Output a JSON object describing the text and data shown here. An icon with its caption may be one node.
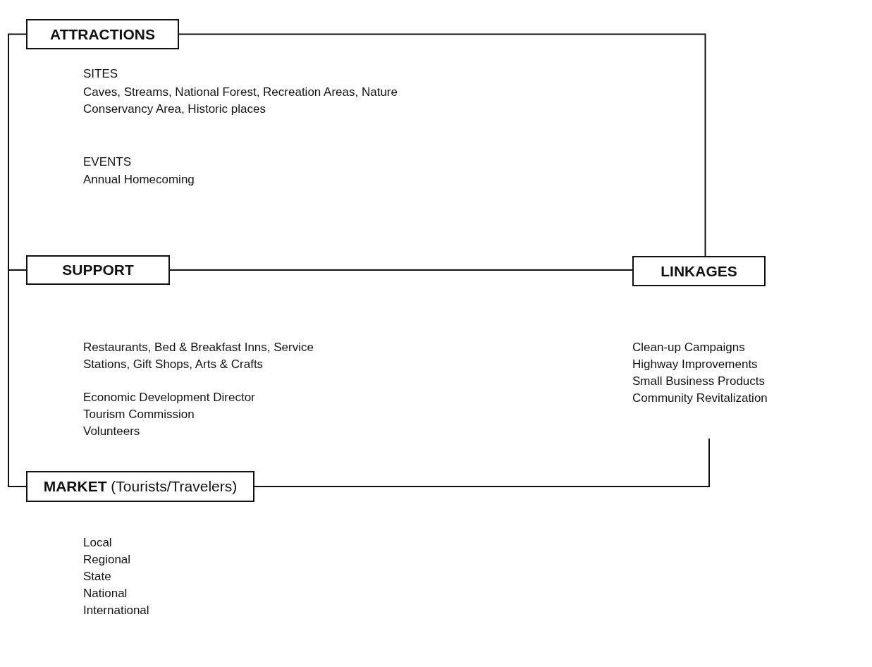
{
  "diagram": {
    "nodes": [
      {
        "text": [
          "ATTRACTIONS"
        ],
        "beside": [
          "SITES",
          "Caves, Streams, National Forest, Recreation Areas, Nature Conservancy Area, Historic places",
          "EVENTS",
          "Annual Homecoming"
        ]
      },
      {
        "text": [
          "SUPPORT"
        ],
        "beside": [
          "Restaurants, Bed & Breakfast Inns, Service Stations, Gift Shops, Arts & Crafts",
          "Economic Development Director",
          "Tourism Commission",
          "Volunteers"
        ]
      },
      {
        "text": [
          "LINKAGES"
        ],
        "beside": [
          "Clean-up Campaigns",
          "Highway Improvements",
          "Small Business Products",
          "Community Revitalization"
        ]
      },
      {
        "text": [
          "**MARKET** (Tourists/Travelers)"
        ],
        "beside": [
          "Local",
          "Regional",
          "State",
          "National",
          "International"
        ]
      }
    ],
    "edges": [
      {
        "from": 0,
        "to": 1,
        "arrow": "none"
      },
      {
        "from": 1,
        "to": 3,
        "arrow": "none"
      },
      {
        "from": 0,
        "to": 2,
        "arrow": "none"
      },
      {
        "from": 1,
        "to": 2,
        "arrow": "none"
      },
      {
        "from": 3,
        "to": 2,
        "arrow": "none"
      }
    ]
  }
}
